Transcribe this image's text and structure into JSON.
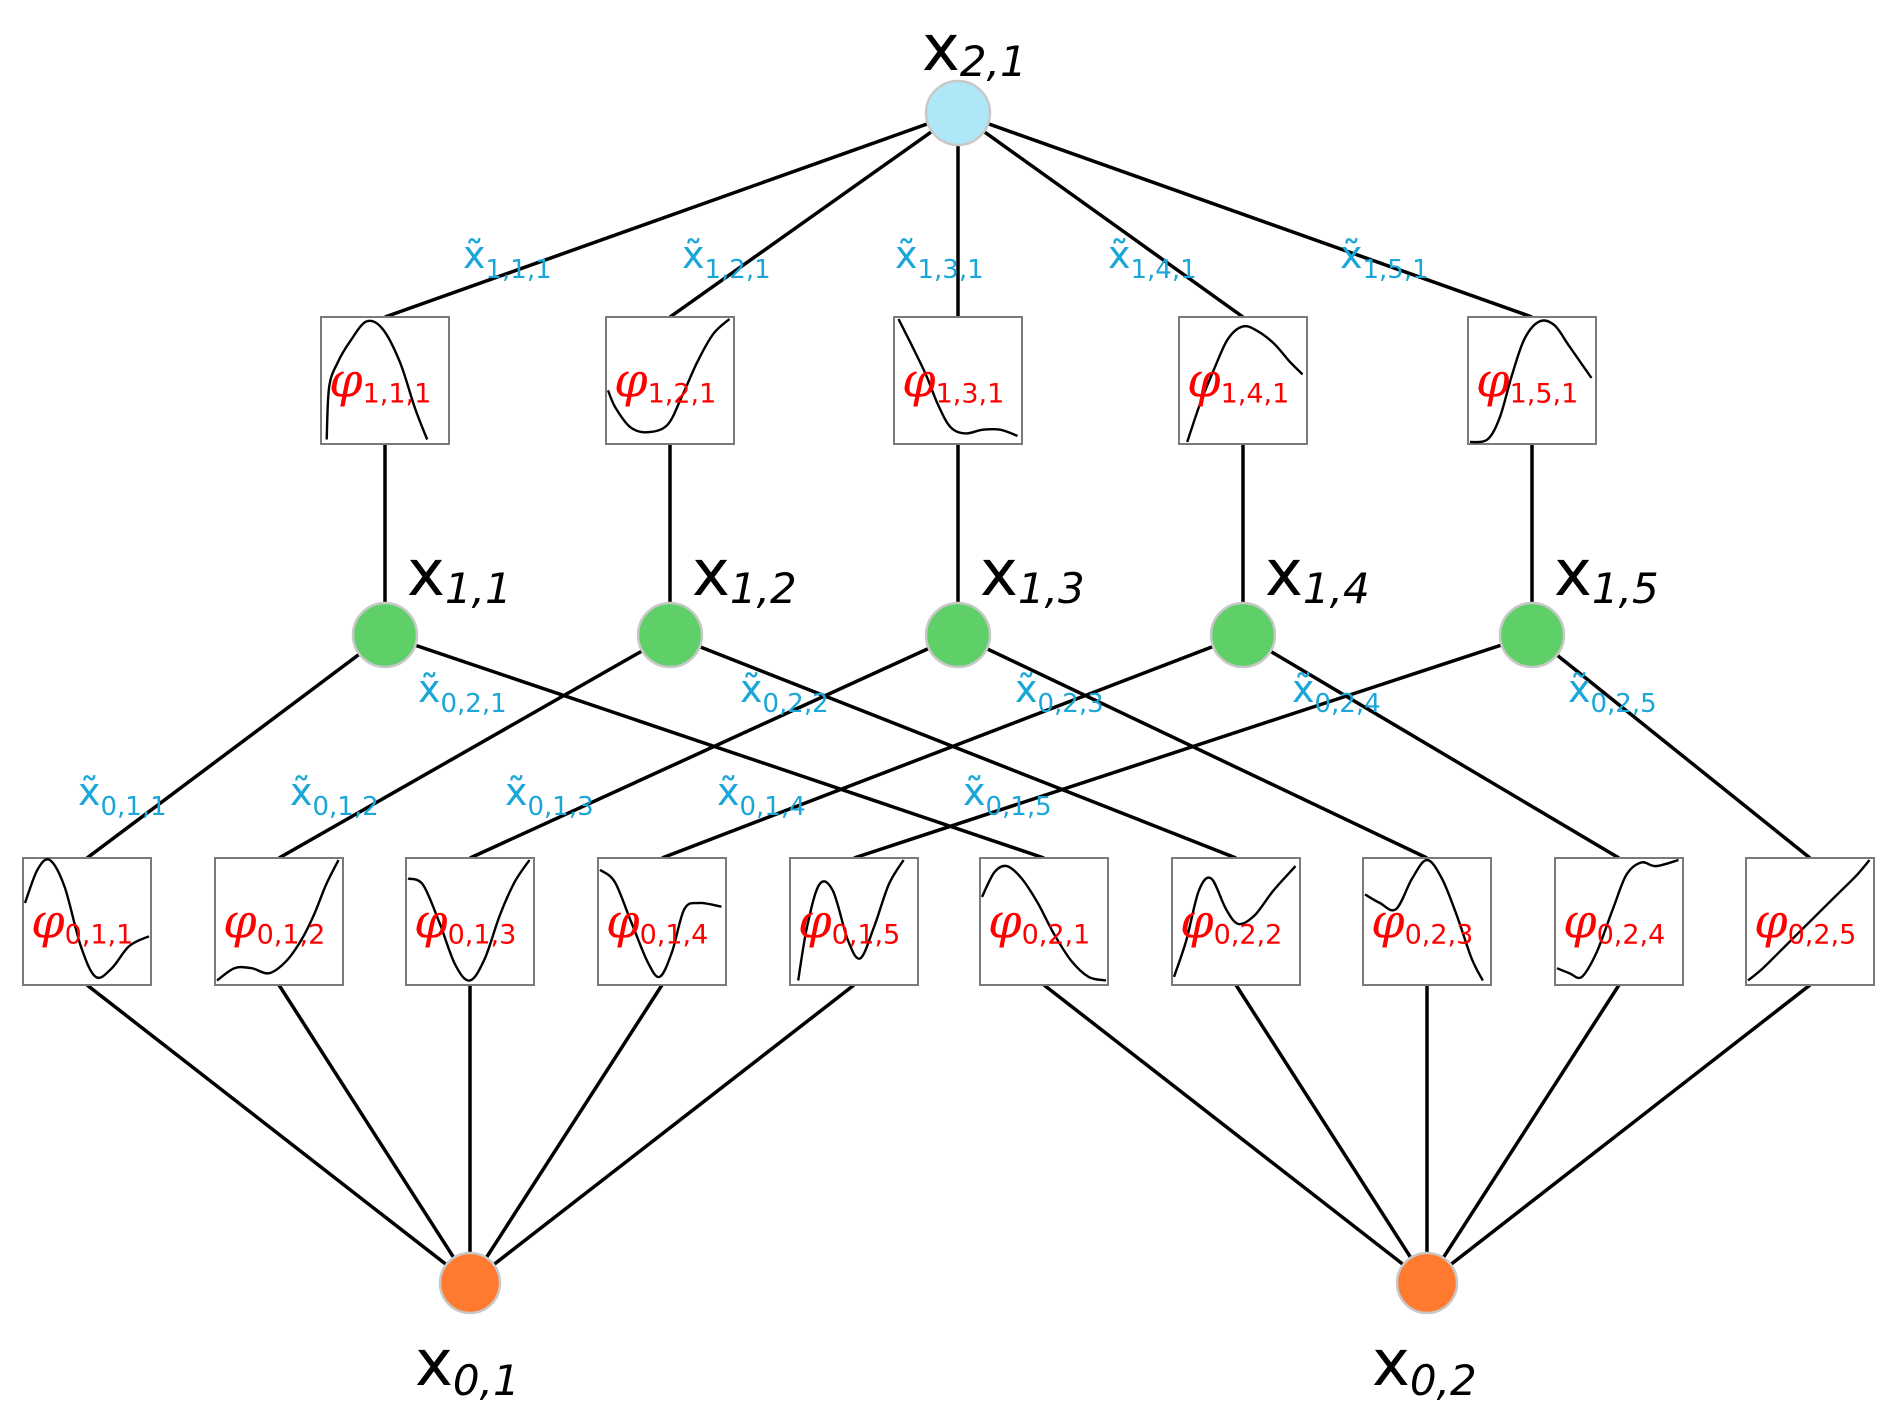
{
  "colors": {
    "output_node": "#aee8f8",
    "hidden_node": "#5fd068",
    "input_node": "#ff7a2e",
    "edge_label": "#1aa6d8",
    "function_label": "#ff0000"
  },
  "nodes": {
    "output": [
      {
        "main": "x",
        "sub": "2,1"
      }
    ],
    "hidden": [
      {
        "main": "x",
        "sub": "1,1"
      },
      {
        "main": "x",
        "sub": "1,2"
      },
      {
        "main": "x",
        "sub": "1,3"
      },
      {
        "main": "x",
        "sub": "1,4"
      },
      {
        "main": "x",
        "sub": "1,5"
      }
    ],
    "input": [
      {
        "main": "x",
        "sub": "0,1"
      },
      {
        "main": "x",
        "sub": "0,2"
      }
    ]
  },
  "functions": {
    "layer1": [
      {
        "main": "φ",
        "sub": "1,1,1",
        "shape": "bump"
      },
      {
        "main": "φ",
        "sub": "1,2,1",
        "shape": "valley-rise"
      },
      {
        "main": "φ",
        "sub": "1,3,1",
        "shape": "decline"
      },
      {
        "main": "φ",
        "sub": "1,4,1",
        "shape": "rise-plateau"
      },
      {
        "main": "φ",
        "sub": "1,5,1",
        "shape": "s-rise"
      }
    ],
    "layer0": [
      {
        "main": "φ",
        "sub": "0,1,1",
        "shape": "wave"
      },
      {
        "main": "φ",
        "sub": "0,1,2",
        "shape": "slow-rise"
      },
      {
        "main": "φ",
        "sub": "0,1,3",
        "shape": "dip-rise"
      },
      {
        "main": "φ",
        "sub": "0,1,4",
        "shape": "dip-flat"
      },
      {
        "main": "φ",
        "sub": "0,1,5",
        "shape": "double-hump"
      },
      {
        "main": "φ",
        "sub": "0,2,1",
        "shape": "hump-fall"
      },
      {
        "main": "φ",
        "sub": "0,2,2",
        "shape": "wiggle-rise"
      },
      {
        "main": "φ",
        "sub": "0,2,3",
        "shape": "peak"
      },
      {
        "main": "φ",
        "sub": "0,2,4",
        "shape": "dip-hump"
      },
      {
        "main": "φ",
        "sub": "0,2,5",
        "shape": "linear-rise"
      }
    ]
  },
  "edge_labels": {
    "layer1": [
      {
        "main": "x̃",
        "sub": "1,1,1"
      },
      {
        "main": "x̃",
        "sub": "1,2,1"
      },
      {
        "main": "x̃",
        "sub": "1,3,1"
      },
      {
        "main": "x̃",
        "sub": "1,4,1"
      },
      {
        "main": "x̃",
        "sub": "1,5,1"
      }
    ],
    "layer0_from_x01": [
      {
        "main": "x̃",
        "sub": "0,1,1"
      },
      {
        "main": "x̃",
        "sub": "0,1,2"
      },
      {
        "main": "x̃",
        "sub": "0,1,3"
      },
      {
        "main": "x̃",
        "sub": "0,1,4"
      },
      {
        "main": "x̃",
        "sub": "0,1,5"
      }
    ],
    "layer0_from_x02": [
      {
        "main": "x̃",
        "sub": "0,2,1"
      },
      {
        "main": "x̃",
        "sub": "0,2,2"
      },
      {
        "main": "x̃",
        "sub": "0,2,3"
      },
      {
        "main": "x̃",
        "sub": "0,2,4"
      },
      {
        "main": "x̃",
        "sub": "0,2,5"
      }
    ]
  }
}
